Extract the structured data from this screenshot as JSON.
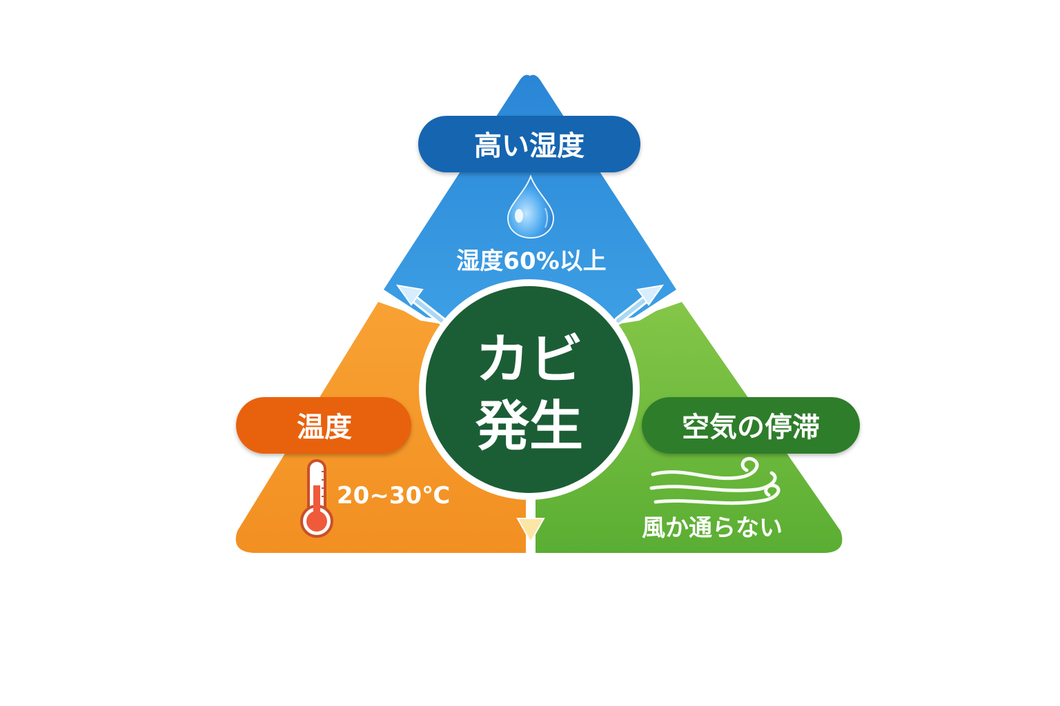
{
  "center": {
    "line1": "カビ",
    "line2": "発生",
    "color": "#1b5e35"
  },
  "factors": {
    "humidity": {
      "title": "高い湿度",
      "detail": "湿度60%以上",
      "icon": "water-drop-icon",
      "color": "#2f8fd8",
      "pill_color": "#1565b0"
    },
    "temperature": {
      "title": "温度",
      "detail": "20~30℃",
      "icon": "thermometer-icon",
      "color": "#f7992b",
      "pill_color": "#e8620e"
    },
    "airflow": {
      "title": "空気の停滞",
      "detail": "風か通らない",
      "icon": "wind-icon",
      "color": "#6ab63c",
      "pill_color": "#2e7d2a"
    }
  }
}
